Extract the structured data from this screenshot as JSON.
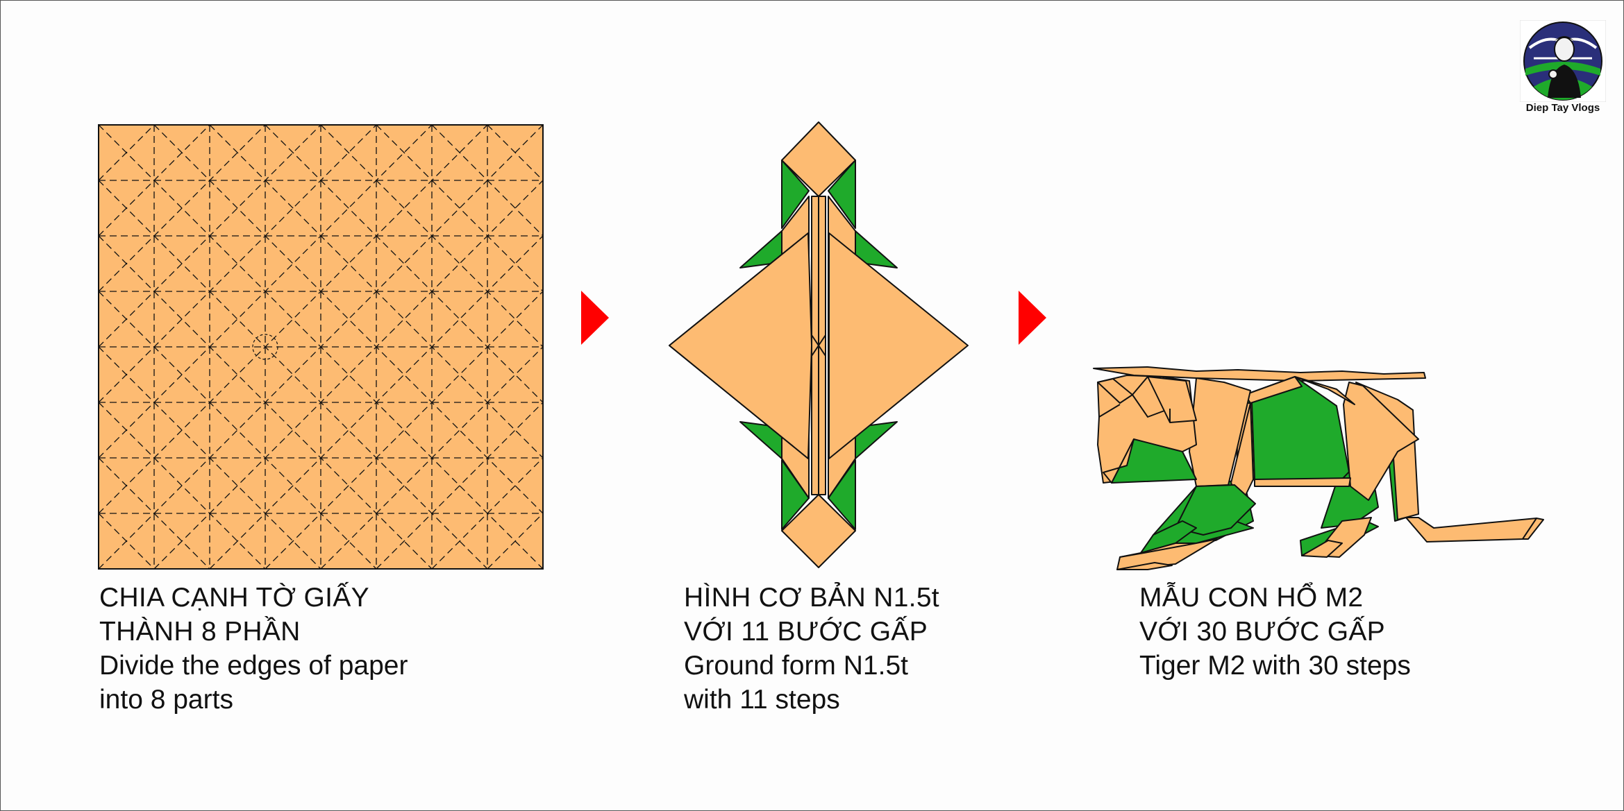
{
  "colors": {
    "paper": "#fdbb72",
    "green": "#1faa2b",
    "arrow": "#ff0000",
    "outline": "#111111"
  },
  "steps": [
    {
      "title_vi_line1": "CHIA CẠNH TỜ GIẤY",
      "title_vi_line2": "THÀNH 8 PHẦN",
      "title_en_line1": "Divide the edges of paper",
      "title_en_line2": "into 8 parts"
    },
    {
      "title_vi_line1": "HÌNH CƠ BẢN N1.5t",
      "title_vi_line2": "VỚI 11 BƯỚC GẤP",
      "title_en_line1": "Ground form N1.5t",
      "title_en_line2": "with 11 steps"
    },
    {
      "title_vi_line1": "MẪU CON HỔ M2",
      "title_vi_line2": "VỚI 30 BƯỚC GẤP",
      "title_en_line1": "Tiger M2 with 30 steps",
      "title_en_line2": ""
    }
  ],
  "arrows": [
    "arrow-right",
    "arrow-right"
  ],
  "logo": {
    "icon": "portrait-logo-icon",
    "text": "Diep Tay Vlogs"
  }
}
